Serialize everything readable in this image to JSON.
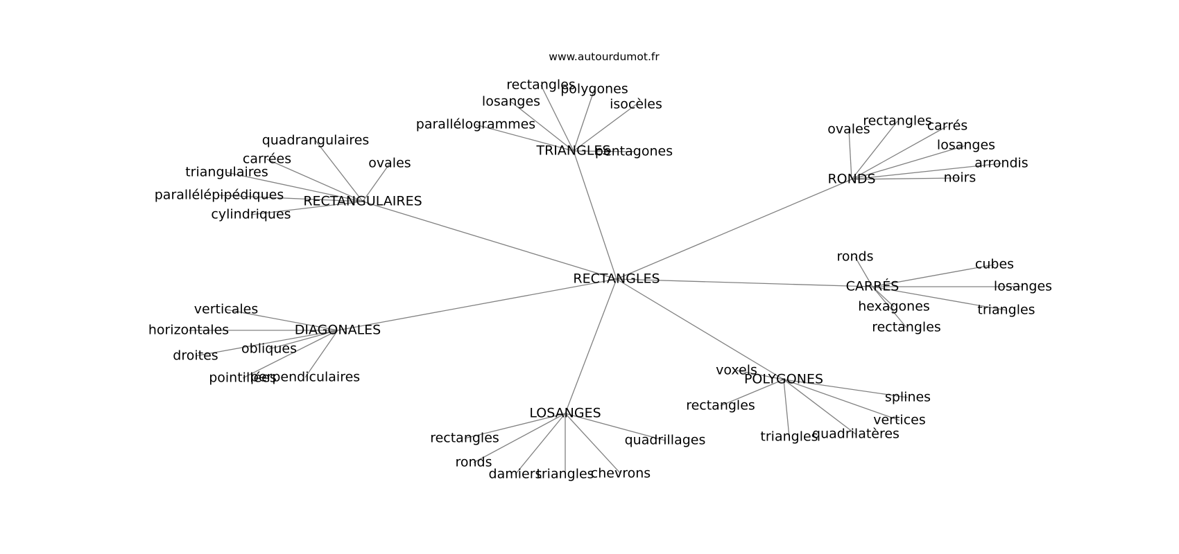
{
  "source": "www.autourdumot.fr",
  "center": "RECTANGLES",
  "clusters": [
    {
      "label": "TRIANGLES",
      "words": [
        "rectangles",
        "polygones",
        "losanges",
        "isocèles",
        "parallélogrammes",
        "pentagones"
      ]
    },
    {
      "label": "RONDS",
      "words": [
        "ovales",
        "rectangles",
        "carrés",
        "losanges",
        "arrondis",
        "noirs"
      ]
    },
    {
      "label": "RECTANGULAIRES",
      "words": [
        "quadrangulaires",
        "carrées",
        "ovales",
        "triangulaires",
        "parallélépipédiques",
        "cylindriques"
      ]
    },
    {
      "label": "CARRÉS",
      "words": [
        "ronds",
        "cubes",
        "losanges",
        "hexagones",
        "triangles",
        "rectangles"
      ]
    },
    {
      "label": "DIAGONALES",
      "words": [
        "verticales",
        "horizontales",
        "obliques",
        "droites",
        "pointillées",
        "perpendiculaires"
      ]
    },
    {
      "label": "POLYGONES",
      "words": [
        "voxels",
        "splines",
        "rectangles",
        "vertices",
        "triangles",
        "quadrilatères"
      ]
    },
    {
      "label": "LOSANGES",
      "words": [
        "rectangles",
        "quadrillages",
        "ronds",
        "damiers",
        "triangles",
        "chevrons"
      ]
    }
  ]
}
